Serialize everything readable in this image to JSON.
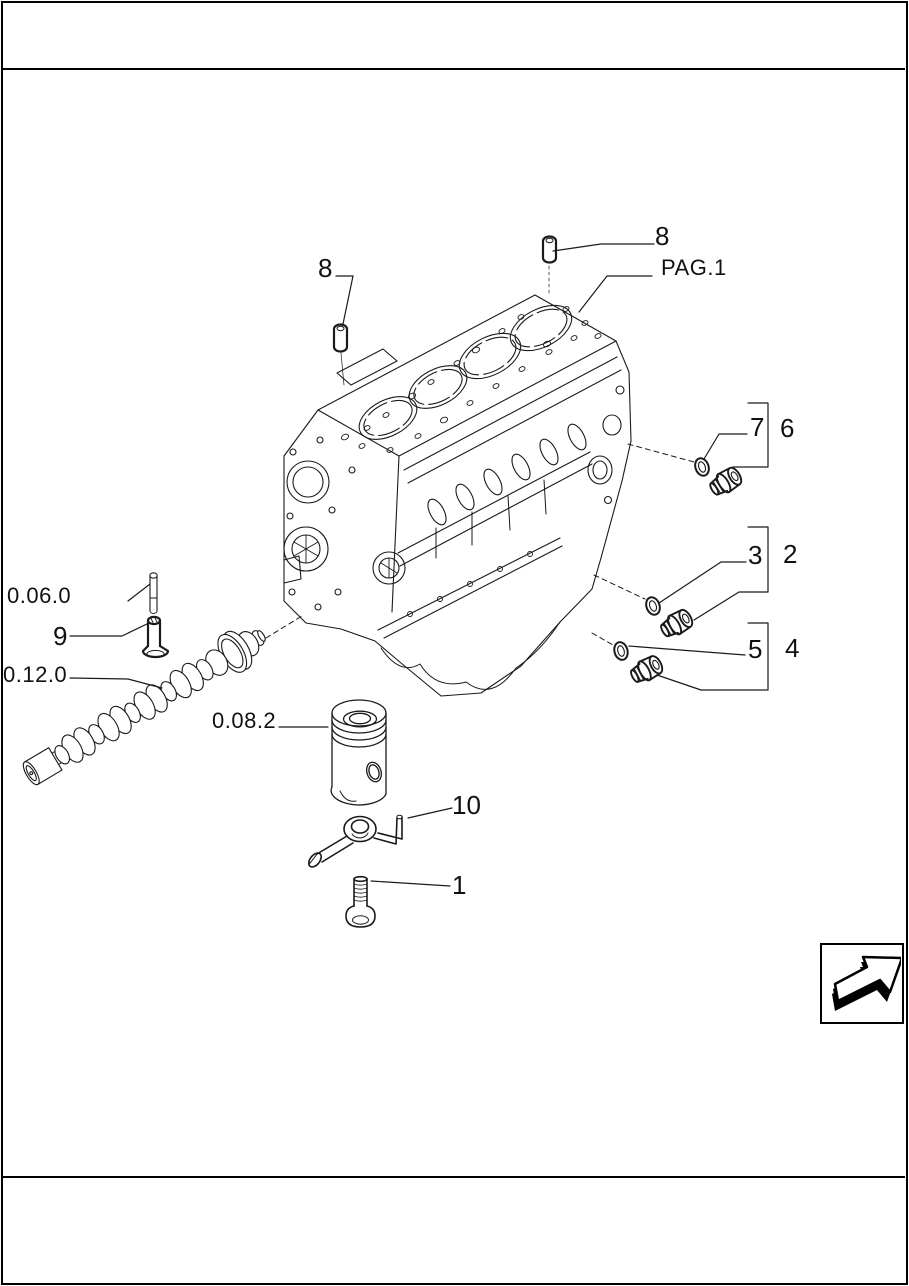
{
  "page": {
    "background": "#ffffff",
    "ink": "#1a1a1a"
  },
  "diagram": {
    "type": "exploded-parts-line-drawing",
    "subject": "engine-block-assembly",
    "callouts": {
      "dowel_pin_left": "8",
      "dowel_pin_top": "8",
      "page_ref": "PAG.1",
      "seal_upper": "7",
      "plug_upper": "6",
      "seal_mid": "3",
      "plug_mid": "2",
      "seal_lower": "5",
      "plug_lower": "4",
      "ref_valve_gear": "0.06.0",
      "tappet": "9",
      "ref_camshaft": "0.12.0",
      "ref_piston": "0.08.2",
      "oil_jet": "10",
      "bolt": "1"
    }
  },
  "nav": {
    "next_page_icon": "arrow-next-3d"
  }
}
